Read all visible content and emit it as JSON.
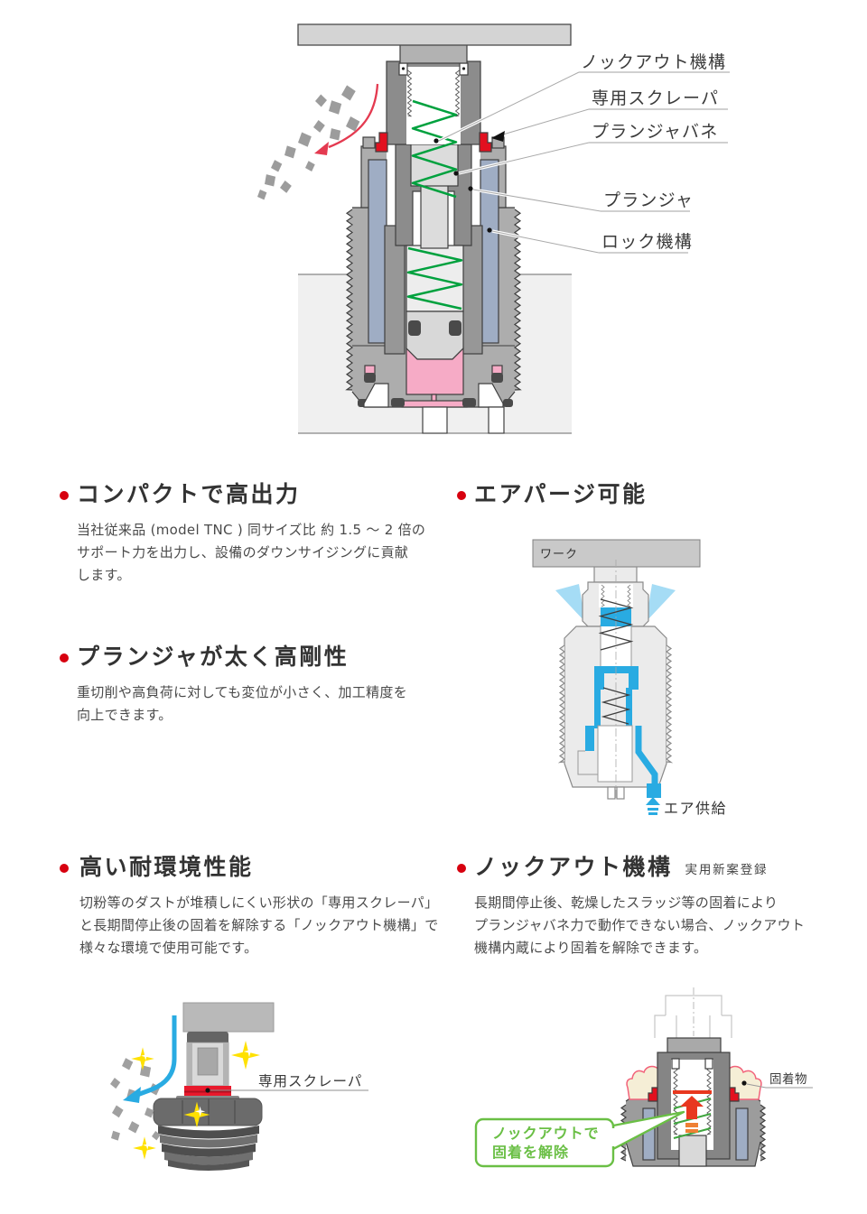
{
  "page": {
    "background": "#ffffff"
  },
  "main_diagram": {
    "labels": [
      {
        "text": "ノックアウト機構"
      },
      {
        "text": "専用スクレーパ"
      },
      {
        "text": "プランジャバネ"
      },
      {
        "text": "プランジャ"
      },
      {
        "text": "ロック機構"
      }
    ]
  },
  "features": {
    "compact": {
      "title": "コンパクトで高出力",
      "body": "当社従来品 (model TNC ) 同サイズ比 約 1.5 ～ 2 倍の\nサポート力を出力し、設備のダウンサイジングに貢献\nします。"
    },
    "air_purge": {
      "title": "エアパージ可能",
      "work_label": "ワーク",
      "supply_label": "エア供給"
    },
    "rigidity": {
      "title": "プランジャが太く高剛性",
      "body": "重切削や高負荷に対しても変位が小さく、加工精度を\n向上できます。"
    },
    "environment": {
      "title": "高い耐環境性能",
      "body": "切粉等のダストが堆積しにくい形状の「専用スクレーパ」\nと長期間停止後の固着を解除する「ノックアウト機構」で\n様々な環境で使用可能です。",
      "diagram_label": "専用スクレーパ"
    },
    "knockout": {
      "title": "ノックアウト機構",
      "badge": "実用新案登録",
      "body": "長期間停止後、乾燥したスラッジ等の固着により\nプランジャバネ力で動作できない場合、ノックアウト\n機構内蔵により固着を解除できます。",
      "adhesion_label": "固着物",
      "callout_line1": "ノックアウトで",
      "callout_line2": "固着を解除"
    }
  },
  "colors": {
    "accent_red": "#d7000f",
    "spring_green": "#00a13e",
    "callout_green": "#6abf45",
    "air_blue": "#29abe2",
    "hydraulic_pink": "#f6abc6",
    "sludge_cream": "#f5eed6",
    "lock_blue_gray": "#9fadc4"
  }
}
